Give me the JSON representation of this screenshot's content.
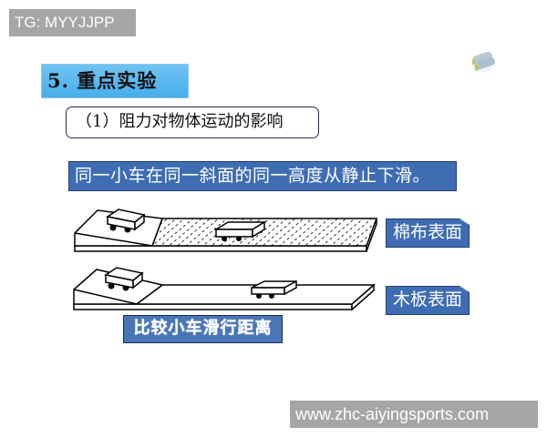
{
  "overlay": {
    "tg_badge": "TG: MYYJJPP",
    "watermark": "www.zhc-aiyingsports.com"
  },
  "slide": {
    "section_title": "5. 重点实验",
    "subtitle": "（1）阻力对物体运动的影响",
    "instruction": "同一小车在同一斜面的同一高度从静止下滑。",
    "surfaces": [
      {
        "label": "棉布表面",
        "texture": "dotted-cloth"
      },
      {
        "label": "木板表面",
        "texture": "smooth-wood"
      }
    ],
    "compare_label": "比较小车滑行距离",
    "icon": "binoculars-icon"
  },
  "colors": {
    "title_blue": "#47aeea",
    "box_blue": "#3e6db3",
    "overlay_gray": "#a6a6a6"
  }
}
